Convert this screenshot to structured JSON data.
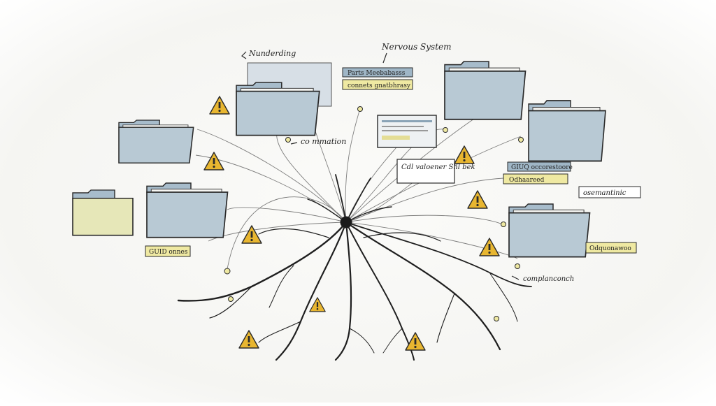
{
  "title": "Nervous System",
  "labels": {
    "top_left": "Nunderding",
    "connection": "co mmation",
    "right_mid": "osemantinic",
    "bottom_right": "complanconch",
    "box_center": "Cdl valoener Shl bek"
  },
  "tags": {
    "top_blue": "Parts Meebabasss",
    "top_yellow": "connets gnatbhrasy",
    "right_blue": "GIUQ occorestoore",
    "right_yellow": "Odhaareed",
    "right_low": "Odquonawoo",
    "left_low": "GUID onnes"
  },
  "colors": {
    "ink": "#2a2a2a",
    "folder_blue": "#b8c9d4",
    "folder_yellow": "#e6e7b8",
    "tag_blue": "#9fb6c6",
    "tag_yellow": "#efe9a2",
    "warning": "#e8b630"
  },
  "icons": [
    "folder-icon",
    "warning-icon",
    "neuron-icon",
    "document-icon"
  ]
}
